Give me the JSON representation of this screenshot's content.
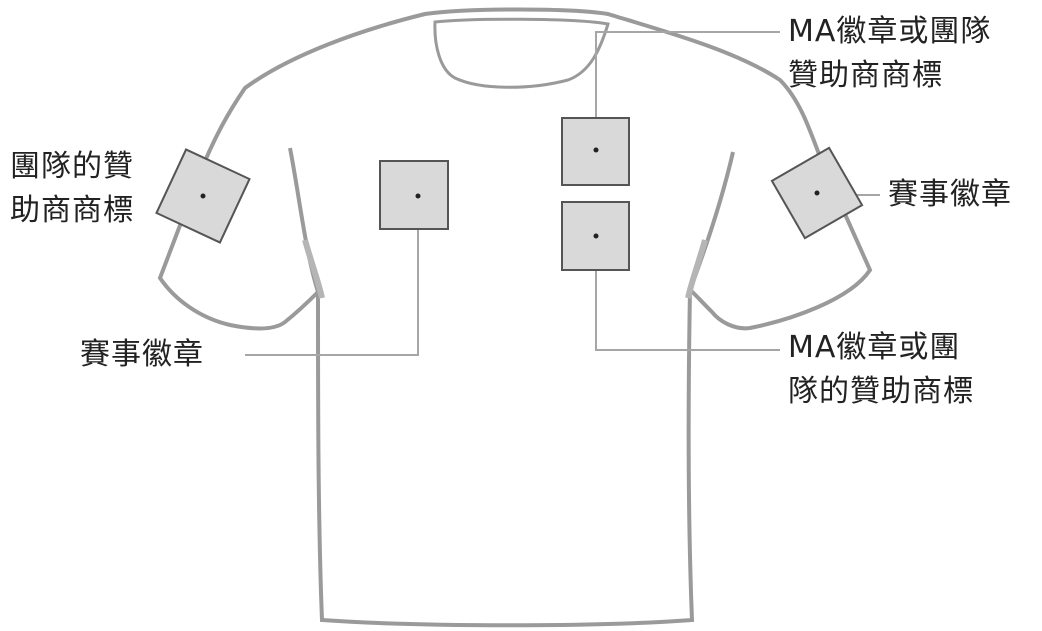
{
  "labels": {
    "left_sleeve": [
      "團隊的贊",
      "助商商標"
    ],
    "chest_left": [
      "賽事徽章"
    ],
    "chest_right_top": [
      "MA徽章或團隊",
      "贊助商商標"
    ],
    "right_sleeve": [
      "賽事徽章"
    ],
    "chest_right_bottom": [
      "MA徽章或團",
      "隊的贊助商標"
    ]
  },
  "colors": {
    "outline": "#9a9a9a",
    "badge_fill": "#d9d9d9",
    "badge_stroke": "#555555",
    "leader_line": "#a6a6a6",
    "text": "#222222"
  }
}
